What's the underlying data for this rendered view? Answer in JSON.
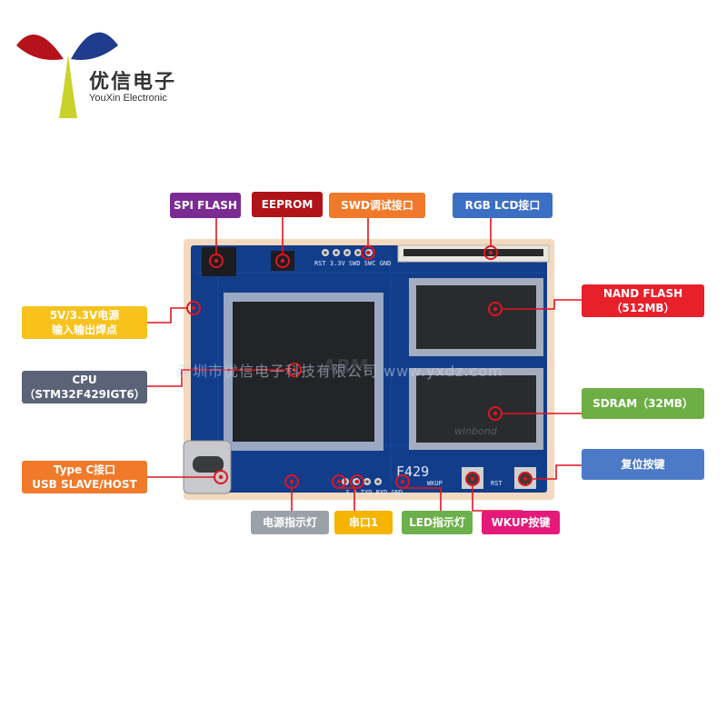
{
  "brand": {
    "name_cn": "优信电子",
    "name_en": "YouXin Electronic"
  },
  "labels": {
    "spi_flash": "SPI FLASH",
    "eeprom": "EEPROM",
    "swd": "SWD调试接口",
    "rgb_lcd": "RGB LCD接口",
    "power_pads": "5V/3.3V电源\n输入输出焊点",
    "nand_flash": "NAND FLASH\n（512MB）",
    "cpu": "CPU\n（STM32F429IGT6）",
    "sdram": "SDRAM（32MB）",
    "type_c": "Type C接口\nUSB SLAVE/HOST",
    "reset_key": "复位按键",
    "power_led": "电源指示灯",
    "uart1": "串口1",
    "led": "LED指示灯",
    "wkup_key": "WKUP按键"
  },
  "board_silk": {
    "model": "F429",
    "wkup": "WKUP",
    "rst": "RST",
    "swd_pins": "RST 3.3V SWD SWC GND",
    "uart_pins": "3.3 TXD RXD GND",
    "chip_brand": "ARM",
    "sdram_part": "winbond"
  },
  "watermark": "深圳市优信电子科技有限公司 www.yxdz.com",
  "colors": {
    "board_blue": "#123d8a",
    "board_border": "#f2d9bf",
    "chip_black": "#222428",
    "marker_red": "#e0151e",
    "purple": "#7a2c93",
    "darkred": "#b01419",
    "orange": "#f07a2a",
    "blue": "#3b6fc4",
    "yellow": "#f7c21c",
    "red": "#e8202a",
    "slate": "#5a6378",
    "green": "#6dae45",
    "steelblue": "#4d7ac6",
    "gray": "#9aa1a8",
    "gold": "#f5b400",
    "lime": "#6cb04b",
    "magenta": "#e5197a"
  }
}
